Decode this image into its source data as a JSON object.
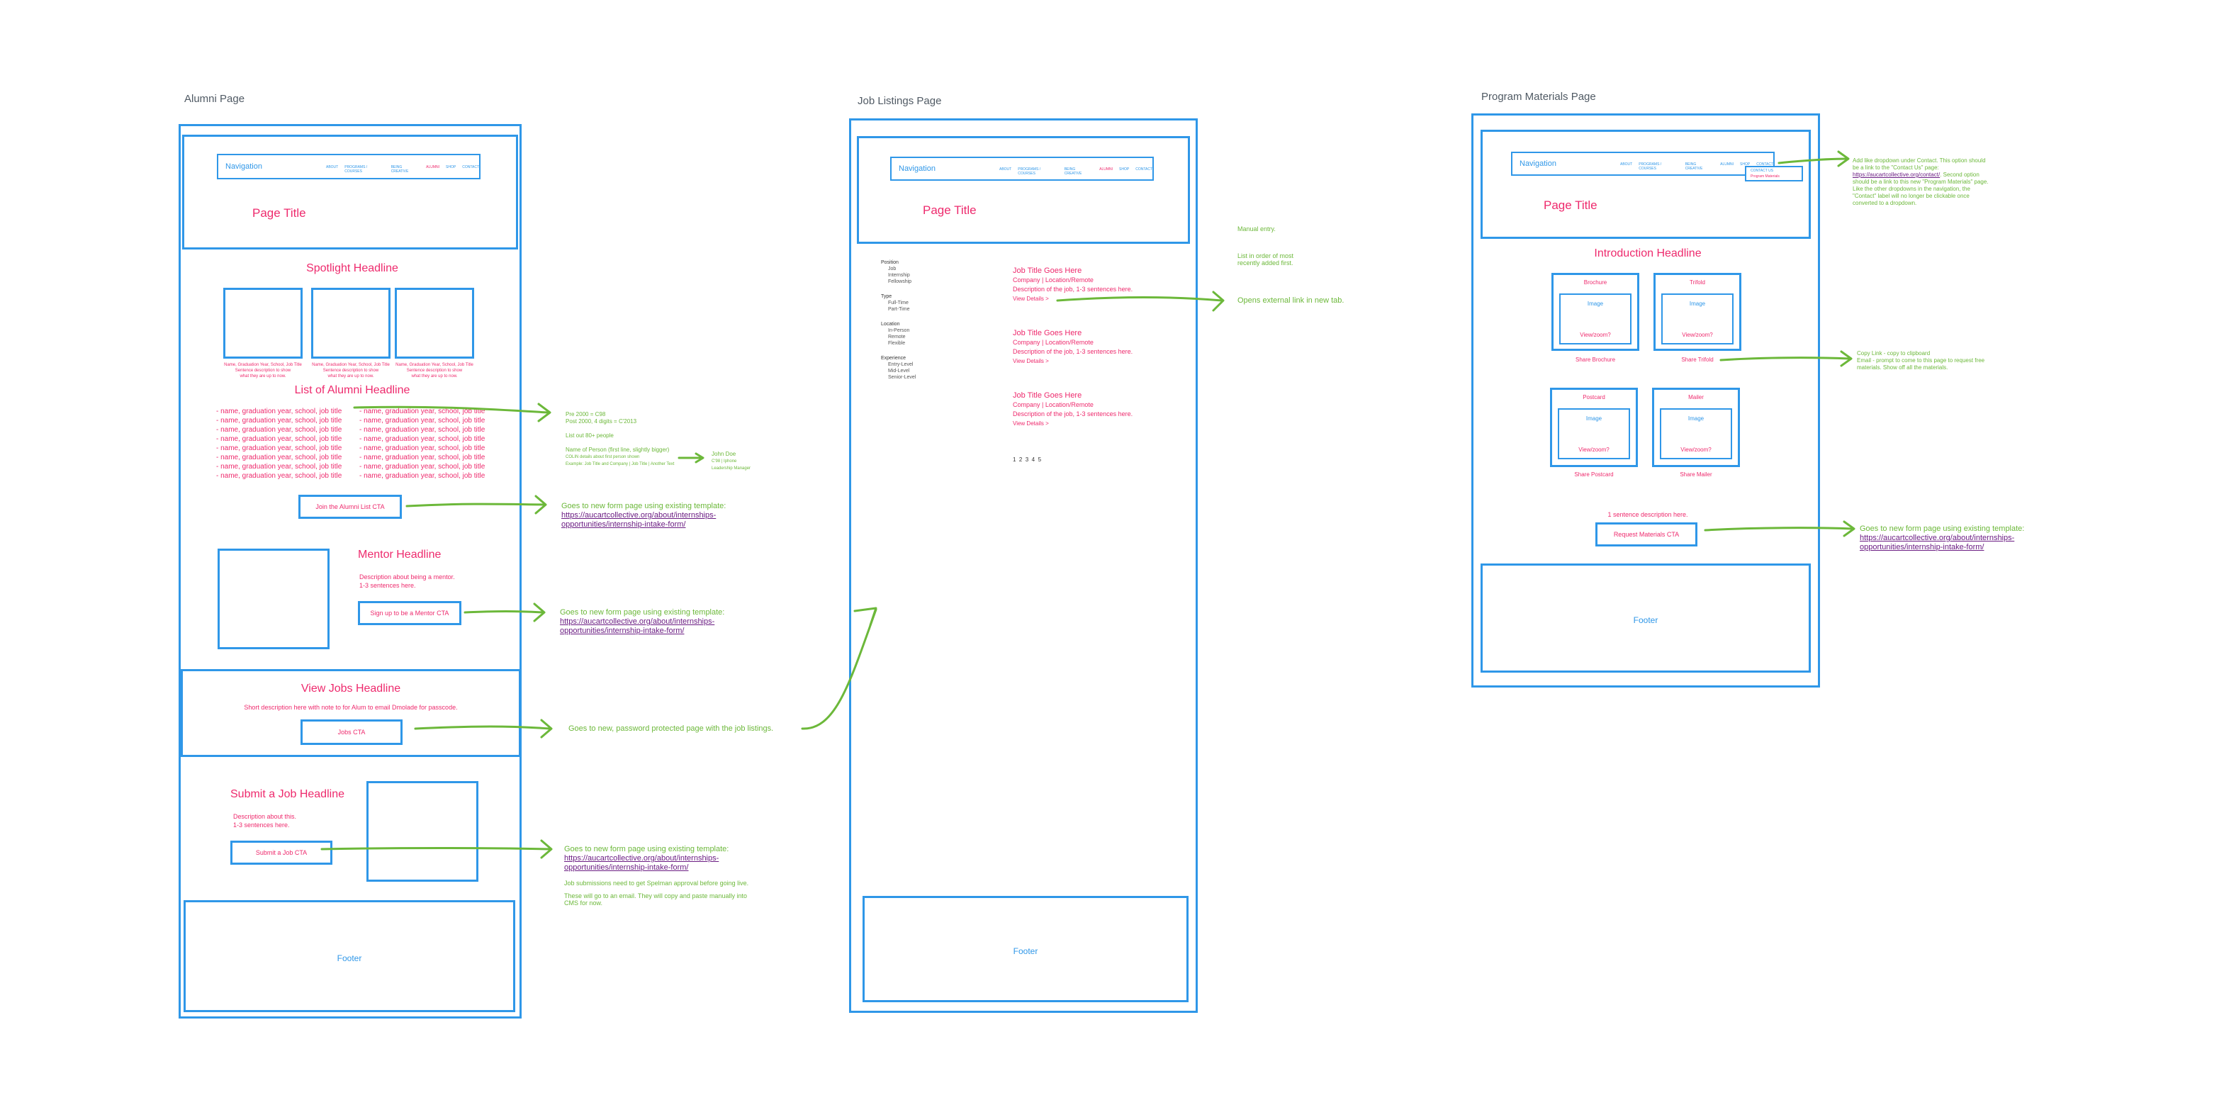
{
  "pages": {
    "alumni": {
      "label": "Alumni Page",
      "nav_label": "Navigation",
      "nav_links": [
        "ABOUT",
        "PROGRAMS / COURSES",
        "BEING CREATIVE",
        "ALUMNI",
        "SHOP",
        "CONTACT"
      ],
      "page_title": "Page Title",
      "spotlight_headline": "Spotlight Headline",
      "spotlight_caption": "Name, Graduation Year, School, Job Title",
      "spotlight_caption_2": "Sentence description to show",
      "spotlight_caption_3": "what they are up to now.",
      "alumni_list_headline": "List of Alumni Headline",
      "alumni_item": "- name, graduation year, school, job title",
      "join_cta": "Join the Alumni List CTA",
      "mentor_headline": "Mentor Headline",
      "mentor_desc_1": "Description about being a mentor.",
      "mentor_desc_2": "1-3 sentences here.",
      "mentor_cta": "Sign up to be a Mentor CTA",
      "jobs_headline": "View Jobs Headline",
      "jobs_desc": "Short description here with note to for Alum to email Dmolade for passcode.",
      "jobs_cta": "Jobs CTA",
      "submit_headline": "Submit a Job Headline",
      "submit_desc_1": "Description about this.",
      "submit_desc_2": "1-3 sentences here.",
      "submit_cta": "Submit a Job CTA",
      "footer": "Footer"
    },
    "jobs": {
      "label": "Job Listings Page",
      "nav_label": "Navigation",
      "nav_links": [
        "ABOUT",
        "PROGRAMS / COURSES",
        "BEING CREATIVE",
        "ALUMNI",
        "SHOP",
        "CONTACT"
      ],
      "page_title": "Page Title",
      "filters": [
        {
          "title": "Position",
          "options": [
            "Job",
            "Internship",
            "Fellowship"
          ]
        },
        {
          "title": "Type",
          "options": [
            "Full-Time",
            "Part-Time"
          ]
        },
        {
          "title": "Location",
          "options": [
            "In-Person",
            "Remote",
            "Flexible"
          ]
        },
        {
          "title": "Experience",
          "options": [
            "Entry-Level",
            "Mid-Level",
            "Senior-Level"
          ]
        }
      ],
      "job_title": "Job Title Goes Here",
      "job_company": "Company | Location/Remote",
      "job_desc": "Description of the job, 1-3 sentences here.",
      "job_view": "View Details >",
      "pagination": "1  2  3  4  5",
      "footer": "Footer"
    },
    "materials": {
      "label": "Program Materials Page",
      "nav_label": "Navigation",
      "nav_links": [
        "ABOUT",
        "PROGRAMS / COURSES",
        "BEING CREATIVE",
        "ALUMNI",
        "SHOP",
        "CONTACT"
      ],
      "dropdown_items": [
        "CONTACT US",
        "Program Materials"
      ],
      "page_title": "Page Title",
      "intro_headline": "Introduction Headline",
      "cards": [
        {
          "title": "Brochure",
          "image": "Image",
          "zoom": "View/zoom?",
          "share": "Share Brochure"
        },
        {
          "title": "Trifold",
          "image": "Image",
          "zoom": "View/zoom?",
          "share": "Share Trifold"
        },
        {
          "title": "Postcard",
          "image": "Image",
          "zoom": "View/zoom?",
          "share": "Share Postcard"
        },
        {
          "title": "Mailer",
          "image": "Image",
          "zoom": "View/zoom?",
          "share": "Share Mailer"
        }
      ],
      "sentence": "1 sentence description here.",
      "request_cta": "Request Materials CTA",
      "footer": "Footer"
    }
  },
  "notes": {
    "list_spec_1": "Pre 2000 = C98",
    "list_spec_2": "Post 2000, 4 digits = C'2013",
    "list_spec_3": "List out 80+ people",
    "list_spec_4": "Name of Person (first line, slightly bigger)",
    "list_spec_5": "COLIN details about first person shown",
    "list_spec_6": "Example: Job Title and Company | Job Title | Another Text",
    "list_example_name": "John Doe",
    "list_example_2": "C'98 | Iphone",
    "list_example_3": "Leadership Manager",
    "form_note": "Goes to new form page using existing template:",
    "form_link_1": "https://aucartcollective.org/about/internships-",
    "form_link_2": "opportunities/internship-intake-form/",
    "password_note": "Goes to new, password protected page with the job listings.",
    "approval_note": "Job submissions need to get Spelman approval before going live.",
    "email_note_1": "These will go to an email. They will copy and paste manually into",
    "email_note_2": "CMS for now.",
    "manual_entry": "Manual entry.",
    "order_note_1": "List in order of most",
    "order_note_2": "recently added first.",
    "external_note": "Opens external link in new tab.",
    "dropdown_note_1": "Add like dropdown under Contact. This option should",
    "dropdown_note_2": "be a link to the \"Contact Us\" page:",
    "dropdown_note_link": "https://aucartcollective.org/contact/",
    "dropdown_note_3": ". Second option",
    "dropdown_note_4": "should be a link to this new \"Program Materials\" page.",
    "dropdown_note_5": "Like the other dropdowns in the navigation, the",
    "dropdown_note_6": "\"Contact\" label will no longer be clickable once",
    "dropdown_note_7": "converted to a dropdown.",
    "share_note_1": "Copy Link - copy to clipboard",
    "share_note_2": "Email - prompt to come to this page to request free",
    "share_note_3": "materials. Show off all the materials."
  },
  "colors": {
    "wire_blue": "#2f97e8",
    "headline_pink": "#ee2a6d",
    "note_green": "#6cb83a",
    "link_purple": "#6b1d83"
  }
}
